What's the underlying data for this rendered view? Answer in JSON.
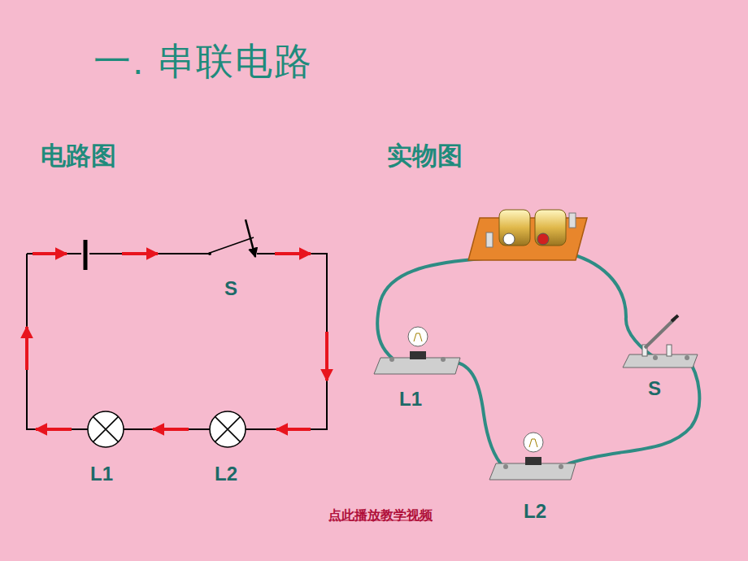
{
  "diagram": {
    "title": "一. 串联电路",
    "labels": [
      "电路图",
      "实物图",
      "S",
      "L1",
      "L2",
      "L1",
      "S",
      "L2",
      "点此播放教学视频"
    ]
  }
}
